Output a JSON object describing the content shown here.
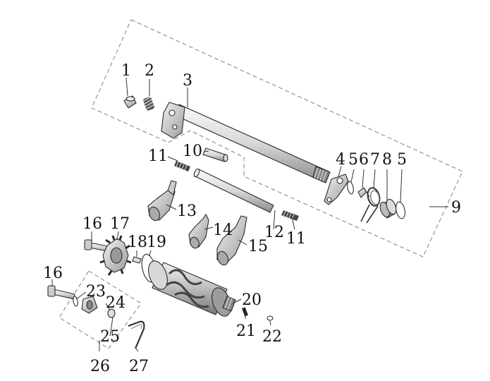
{
  "diagram": {
    "callouts": [
      "1",
      "2",
      "3",
      "4",
      "5",
      "6",
      "7",
      "8",
      "5",
      "9",
      "10",
      "11",
      "11",
      "12",
      "13",
      "14",
      "15",
      "16",
      "17",
      "18",
      "19",
      "16",
      "23",
      "24",
      "25",
      "26",
      "27",
      "20",
      "21",
      "22"
    ]
  },
  "colors": {
    "line": "#2b2b2b",
    "frame": "#8a8a8a",
    "metal_light": "#e6e6e6",
    "metal_mid": "#b8b8b8",
    "metal_dark": "#6e6e6e",
    "spring": "#333333"
  }
}
